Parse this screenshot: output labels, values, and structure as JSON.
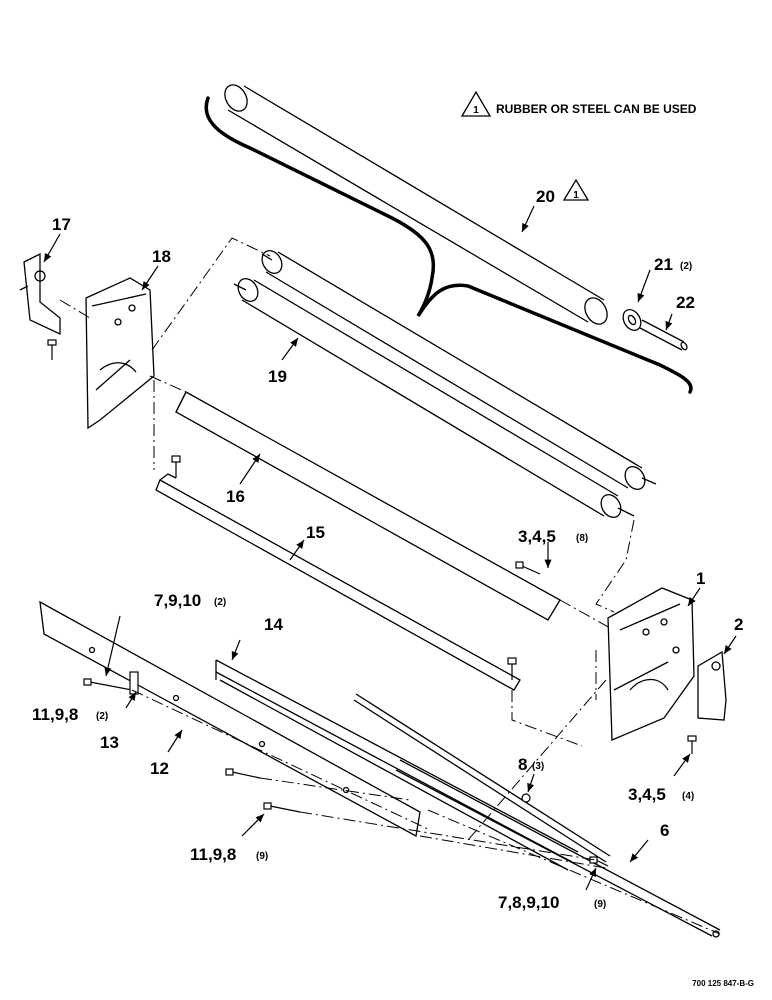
{
  "note": {
    "marker": "1",
    "text": "RUBBER OR STEEL CAN BE USED"
  },
  "callouts": {
    "c1": {
      "num": "1"
    },
    "c2": {
      "num": "2"
    },
    "c6": {
      "num": "6"
    },
    "c8": {
      "num": "8",
      "qty": "(3)"
    },
    "c12": {
      "num": "12"
    },
    "c13": {
      "num": "13"
    },
    "c14": {
      "num": "14"
    },
    "c15": {
      "num": "15"
    },
    "c16": {
      "num": "16"
    },
    "c17": {
      "num": "17"
    },
    "c18": {
      "num": "18"
    },
    "c19": {
      "num": "19"
    },
    "c20": {
      "num": "20",
      "marker": "1"
    },
    "c21": {
      "num": "21",
      "qty": "(2)"
    },
    "c22": {
      "num": "22"
    },
    "c345a": {
      "num": "3,4,5",
      "qty": "(8)"
    },
    "c345b": {
      "num": "3,4,5",
      "qty": "(4)"
    },
    "c7910": {
      "num": "7,9,10",
      "qty": "(2)"
    },
    "c1198a": {
      "num": "11,9,8",
      "qty": "(2)"
    },
    "c1198b": {
      "num": "11,9,8",
      "qty": "(9)"
    },
    "c78910": {
      "num": "7,8,9,10",
      "qty": "(9)"
    }
  },
  "drawing_code": "700 125 847-B-G"
}
